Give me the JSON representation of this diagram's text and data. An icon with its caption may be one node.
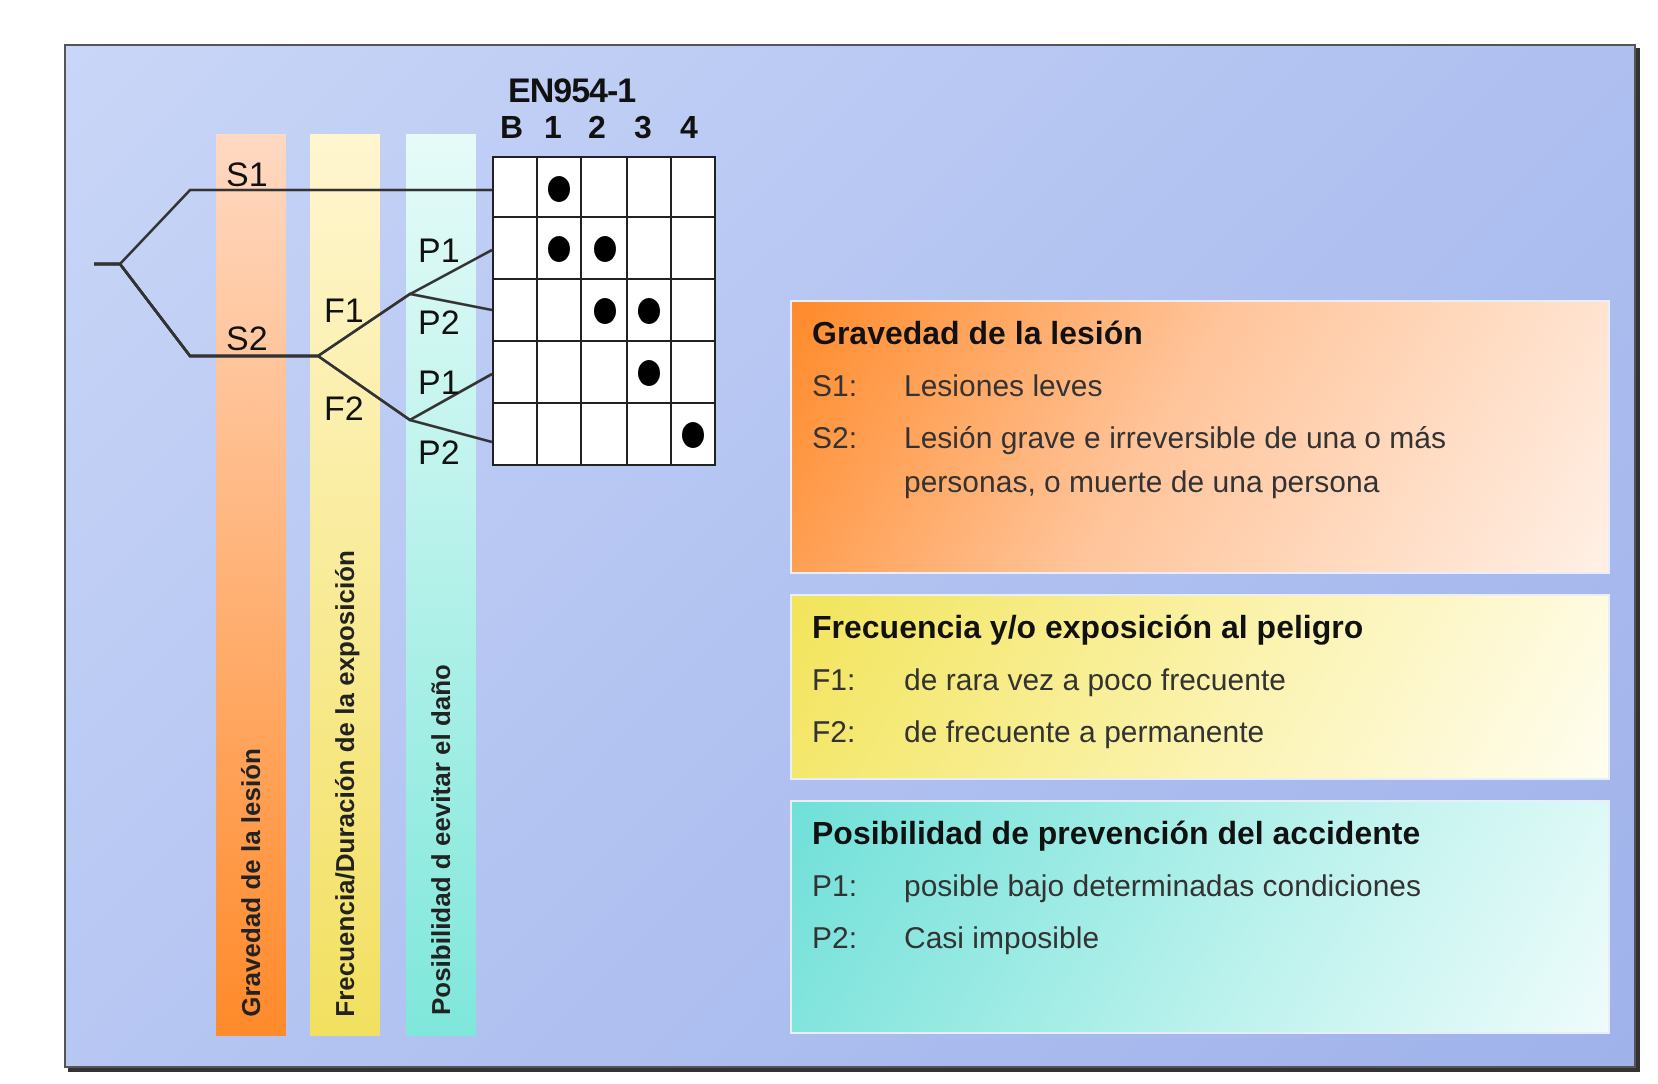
{
  "diagram": {
    "nodes": [
      {
        "text": [
          "Gravedad de la lesión"
        ]
      },
      {
        "text": [
          "Frecuencia/Duración de la exposición"
        ]
      },
      {
        "text": [
          "Posibilidad d eevitar el daño"
        ]
      },
      {
        "text": [
          "EN954-1"
        ]
      },
      {
        "text": [],
        "shape": "box",
        "in": 3
      },
      {
        "text": [],
        "shape": "box",
        "in": 3
      },
      {
        "text": [],
        "shape": "box",
        "in": 3
      },
      {
        "text": [],
        "shape": "box",
        "in": 3
      },
      {
        "text": [],
        "shape": "box",
        "in": 3
      },
      {
        "text": [
          "Gravedad de la lesión",
          "S1: Lesiones leves",
          "S2: Lesión grave e irreversible de una o más personas, o muerte de una persona"
        ]
      },
      {
        "text": [
          "Frecuencia y/o exposición al peligro",
          "F1: de rara vez a poco frecuente",
          "F2: de frecuente a permanente"
        ]
      },
      {
        "text": [
          "Posibilidad de prevención del accidente",
          "P1: posible bajo determinadas condiciones",
          "P2: Casi imposible"
        ]
      }
    ],
    "edges": [
      {
        "from": null,
        "to": 4,
        "arrow": "none"
      },
      {
        "from": null,
        "to": 5,
        "arrow": "none"
      },
      {
        "from": null,
        "to": 6,
        "arrow": "none"
      },
      {
        "from": null,
        "to": 7,
        "arrow": "none"
      },
      {
        "from": null,
        "to": 8,
        "arrow": "none"
      }
    ],
    "labels": [
      "B",
      "1",
      "2",
      "3",
      "4",
      "S1",
      "P1",
      "F1",
      "P2",
      "S2",
      "P1",
      "F2",
      "P2"
    ]
  }
}
